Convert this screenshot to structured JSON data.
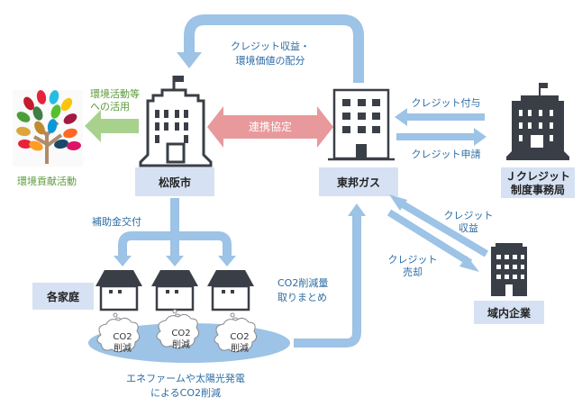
{
  "title": "J-クレジット 地域循環スキーム",
  "colors": {
    "arrow_blue": "#9dc3e6",
    "arrow_green": "#a9d18e",
    "arrow_pink": "#e8999b",
    "label_blue": "#2e6da4",
    "label_green": "#5b9a3a",
    "box_fill": "#d6e2f3",
    "building_dark": "#3a3f47"
  },
  "nodes": {
    "matsusaka": "松阪市",
    "toho_gas": "東邦ガス",
    "j_credit_office": [
      "Ｊクレジット",
      "制度事務局"
    ],
    "households": "各家庭",
    "local_companies": "域内企業",
    "env_activities": "環境貢献活動"
  },
  "flows": {
    "revenue_distribution": [
      "クレジット収益・",
      "環境価値の配分"
    ],
    "partnership": "連携協定",
    "env_use": [
      "環境活動等",
      "への活用"
    ],
    "credit_grant": "クレジット付与",
    "credit_application": "クレジット申請",
    "subsidy": "補助金交付",
    "co2_aggregation": [
      "CO2削減量",
      "取りまとめ"
    ],
    "credit_revenue": [
      "クレジット",
      "収益"
    ],
    "credit_sale": [
      "クレジット",
      "売却"
    ]
  },
  "clouds": [
    [
      "CO2",
      "削減"
    ],
    [
      "CO2",
      "削減"
    ],
    [
      "CO2",
      "削減"
    ]
  ],
  "caption": [
    "エネファームや太陽光発電",
    "によるCO2削減"
  ]
}
